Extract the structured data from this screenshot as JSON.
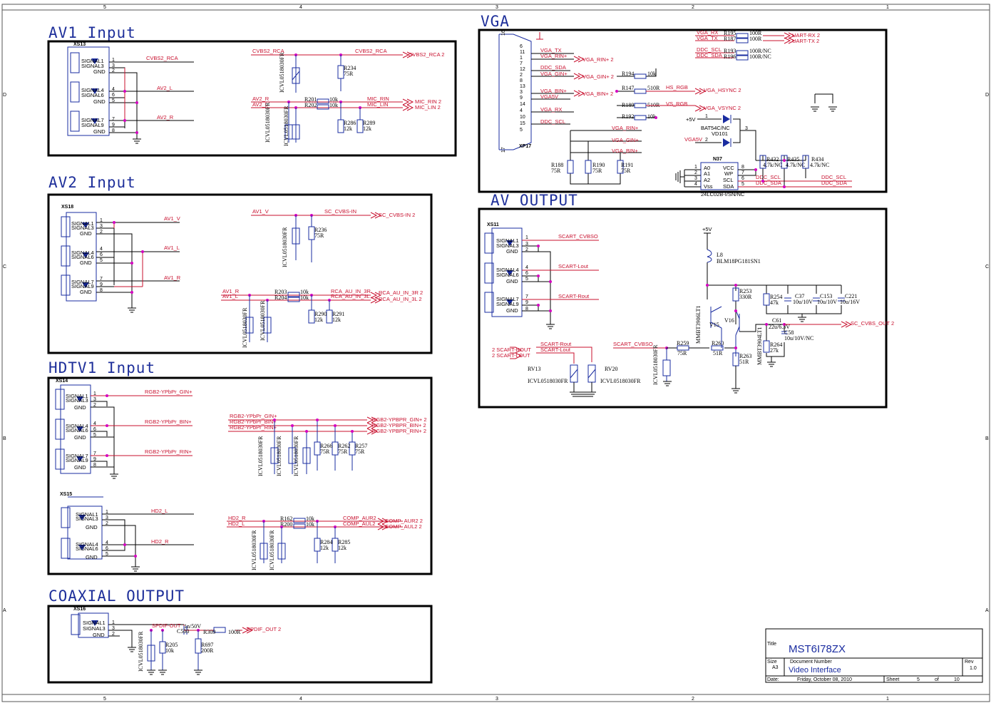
{
  "border": {
    "top_numbers": [
      "5",
      "4",
      "3",
      "2",
      "1"
    ],
    "bottom_numbers": [
      "5",
      "4",
      "3",
      "2",
      "1"
    ],
    "side_letters": [
      "D",
      "C",
      "B",
      "A"
    ]
  },
  "sections": {
    "av1": "AV1 Input",
    "av2": "AV2 Input",
    "hdtv1": "HDTV1 Input",
    "coax": "COAXIAL OUTPUT",
    "vga": "VGA",
    "avout": "AV OUTPUT"
  },
  "connectors": {
    "xs13": "XS13",
    "xs18": "XS18",
    "xs14": "XS14",
    "xs15": "XS15",
    "xs16": "XS16",
    "xs11": "XS11",
    "xp17": "XP17"
  },
  "jack": {
    "sig1": "SIGNAL1",
    "sig3": "SIGNAL3",
    "sig4": "SIGNAL4",
    "sig6": "SIGNAL6",
    "sig7": "SIGNAL7",
    "sig9": "SIGNAL9",
    "gnd": "GND"
  },
  "av1": {
    "nets": [
      "CVBS2_RCA",
      "AV2_L",
      "AV2_R",
      "CVBS2_RCA",
      "AV2_R",
      "AV2_L",
      "MIC_RIN",
      "MIC_LIN"
    ],
    "ports": [
      "CVBS2_RCA  2",
      "MIC_RIN     2",
      "MIC_LIN     2"
    ],
    "refs": [
      "R201",
      "R202",
      "R234",
      "R286",
      "R289"
    ],
    "values": [
      "10k",
      "10k",
      "75R",
      "12k",
      "12k"
    ],
    "tvs": [
      "ICVL0518030FR",
      "ICVL0518030FR",
      "ICVL0518030FR"
    ]
  },
  "av2": {
    "nets": [
      "AV1_V",
      "AV1_L",
      "AV1_R",
      "AV1_V",
      "SC_CVBS-IN",
      "AV1_R",
      "AV1_L",
      "RCA_AU_IN_3R",
      "RCA_AU_IN_3L"
    ],
    "ports": [
      "SC_CVBS-IN  2",
      "RCA_AU_IN_3R  2",
      "RCA_AU_IN_3L  2"
    ],
    "refs": [
      "R236",
      "R203",
      "R204",
      "R290",
      "R291"
    ],
    "values": [
      "75R",
      "10k",
      "10k",
      "12k",
      "12k"
    ]
  },
  "hdtv1": {
    "nets": [
      "RGB2-YPbPr_GIN+",
      "RGB2-YPbPr_BIN+",
      "RGB2-YPbPr_RIN+",
      "RGB2-YPbPr_GIN+",
      "RGB2-YPbPr_BIN+",
      "RGB2-YPbPr_RIN+"
    ],
    "ports": [
      "RGB2-YPBPR_GIN+  2",
      "RGB2-YPBPR_BIN+  2",
      "RGB2-YPBPR_RIN+  2"
    ],
    "refs": [
      "R266",
      "R262",
      "R257"
    ],
    "values": [
      "75R",
      "75R",
      "75R"
    ],
    "nets2": [
      "HD2_L",
      "HD2_R",
      "HD2_R",
      "HD2_L",
      "COMP_AUR2",
      "COMP_AUL2"
    ],
    "ports2": [
      "COMP_AUR2  2",
      "COMP_AUL2  2"
    ],
    "refs2": [
      "R162",
      "R200",
      "R284",
      "R285"
    ],
    "values2": [
      "10k",
      "10k",
      "12k",
      "12k"
    ]
  },
  "coax": {
    "nets": [
      "SPDIF-OUT",
      "SPDIF_OUT  2"
    ],
    "refs": [
      "C500",
      "R309",
      "R205",
      "R697"
    ],
    "values": [
      "1n/50V",
      "100R",
      "10k",
      "200R"
    ]
  },
  "vga": {
    "pins_left": [
      "6",
      "11",
      "1",
      "7",
      "12",
      "2",
      "8",
      "13",
      "3",
      "9",
      "14",
      "4",
      "10",
      "15",
      "5"
    ],
    "nets": [
      "VGA_TX",
      "VGA_RIN+",
      "DDC_SDA",
      "VGA_GIN+",
      "VGA_BIN+",
      "VGA5V",
      "VGA_RX",
      "DDC_SCL",
      "VGA_RIN+",
      "VGA_GIN+",
      "VGA_BIN+"
    ],
    "ports": [
      "VGA_RIN+  2",
      "VGA_GIN+  2",
      "VGA_BIN+  2",
      "VGA_HSYNC  2",
      "VGA_VSYNC  2"
    ],
    "refs": [
      "R194",
      "R147",
      "R189",
      "R192",
      "R188",
      "R190",
      "R191"
    ],
    "values": [
      "10k",
      "510R",
      "510R",
      "10k",
      "75R",
      "75R",
      "75R"
    ],
    "hs": "HS_RGB",
    "vs": "VS_RGB",
    "uart_nets": [
      "VGA_RX",
      "VGA_TX",
      "DDC_SCL",
      "DDC_SDA"
    ],
    "uart_refs": [
      "R195",
      "R187",
      "R193",
      "R196"
    ],
    "uart_vals": [
      "100R",
      "100R",
      "100R/NC",
      "100R/NC"
    ],
    "uart_ports": [
      "UART-RX  2",
      "UART-TX  2"
    ],
    "diode": "BAT54C/NC",
    "diode_ref": "VD101",
    "plus5": "+5V",
    "vga5v": "VGA5V",
    "eeprom_ref": "N37",
    "eeprom": "24LC02B-I/SN/NC",
    "eeprom_pins_l": [
      "A0",
      "A1",
      "A2",
      "Vss"
    ],
    "eeprom_pins_r": [
      "VCC",
      "WP",
      "SCL",
      "SDA"
    ],
    "pull_refs": [
      "R432",
      "R435",
      "R434"
    ],
    "pull_vals": [
      "4.7k/NC",
      "4.7k/NC",
      "4.7k/NC"
    ],
    "ddc": [
      "DDC_SCL",
      "DDC_SDA",
      "DDC_SCL",
      "DDC_SDA"
    ],
    "pin16": "16",
    "pin17": "17"
  },
  "avout": {
    "nets": [
      "SCART_CVBSO",
      "SCART-Lout",
      "SCART-Rout",
      "SCART-Rout",
      "SCART-Lout",
      "SCART_CVBSO"
    ],
    "ports_in": [
      "2  SCART-ROUT",
      "2  SCART-LOUT"
    ],
    "port_out": "SC_CVBS_OUT  2",
    "rv13": "RV13",
    "rv20": "RV20",
    "tvs": "ICVL0518030FR",
    "plus5": "+5V",
    "l8": "L8",
    "l8v": "BLM18PG181SN1",
    "refs": [
      "R253",
      "R254",
      "C37",
      "C153",
      "C221",
      "C61",
      "C58",
      "R259",
      "R260",
      "R263",
      "R264"
    ],
    "values": [
      "330R",
      "47k",
      "10u/10V",
      "10u/10V",
      "10u/16V",
      "22u/6.3V",
      "10u/10V/NC",
      "75R",
      "51R",
      "51R",
      "27k"
    ],
    "q1": "V15",
    "q2": "V16",
    "q1p": "MMBT3906LT1",
    "q2p": "MMBT3904LT1"
  },
  "titleblock": {
    "title_label": "Title",
    "title": "MST6I78ZX",
    "size_label": "Size",
    "size": "A3",
    "doc_label": "Document Number",
    "doc": "Video Interface",
    "rev_label": "Rev",
    "rev": "1.0",
    "date_label": "Date:",
    "date": "Friday, October 08, 2010",
    "sheet_label": "Sheet",
    "sheet": "5",
    "of_label": "of",
    "total": "10"
  }
}
